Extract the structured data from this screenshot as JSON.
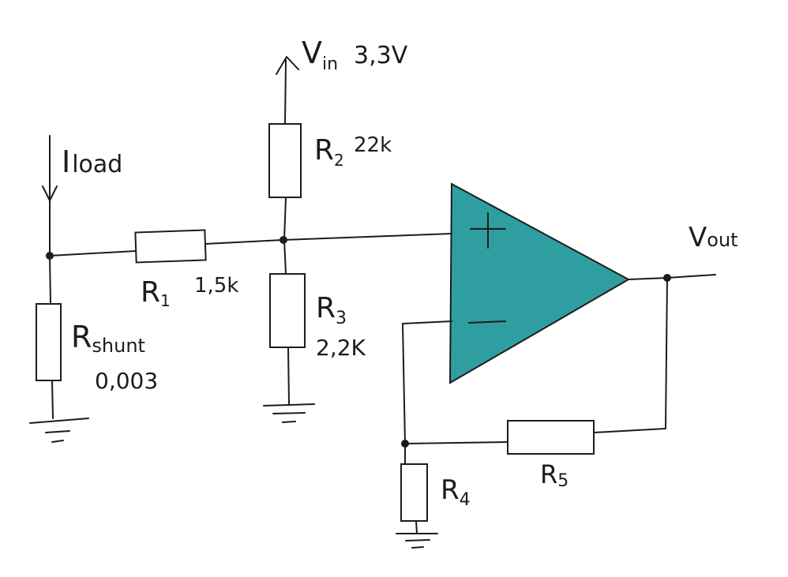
{
  "labels": {
    "vin": "V",
    "vin_sub": "in",
    "vin_value": "3,3V",
    "iload": "I",
    "iload_sub": "load",
    "vout": "V",
    "vout_sub": "out"
  },
  "resistors": {
    "r1": {
      "name": "R",
      "sub": "1",
      "value": "1,5k"
    },
    "r2": {
      "name": "R",
      "sub": "2",
      "value": "22k"
    },
    "r3": {
      "name": "R",
      "sub": "3",
      "value": "2,2K"
    },
    "r4": {
      "name": "R",
      "sub": "4"
    },
    "r5": {
      "name": "R",
      "sub": "5"
    },
    "rshunt": {
      "name": "R",
      "sub": "shunt",
      "value": "0,003"
    }
  },
  "opamp": {
    "fill_color": "#2f9ea0",
    "plus": "+",
    "minus": "−"
  }
}
